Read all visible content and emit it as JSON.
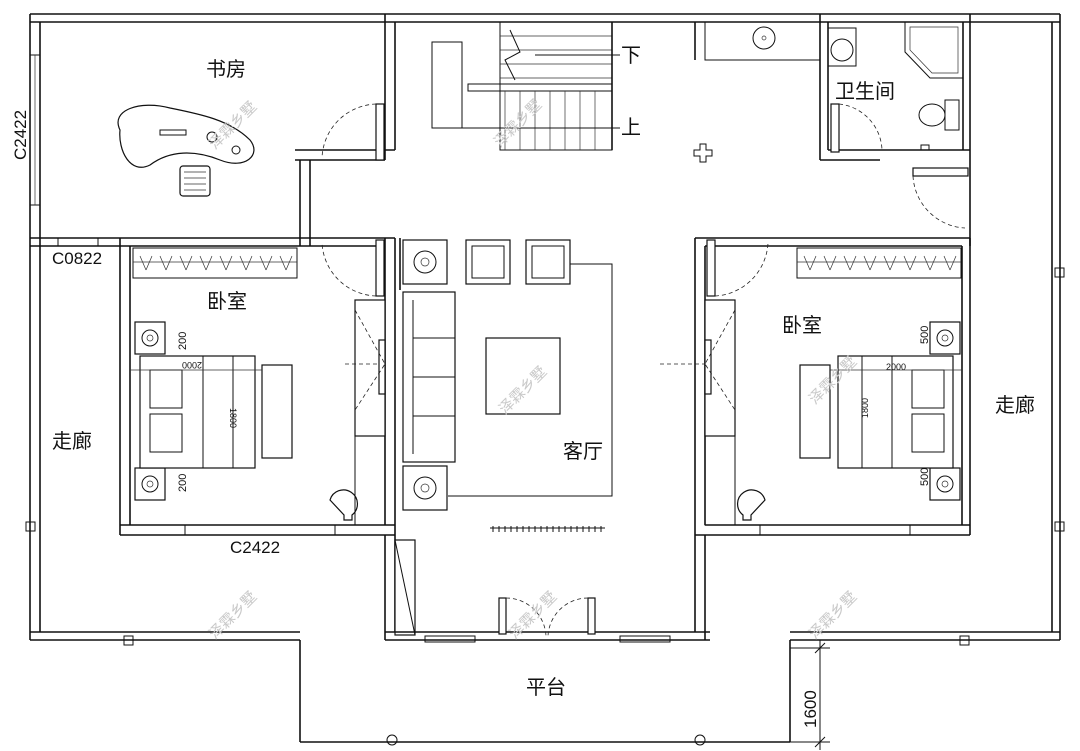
{
  "rooms": {
    "study": "书房",
    "bathroom": "卫生间",
    "bedroom_left": "卧室",
    "bedroom_right": "卧室",
    "corridor_left": "走廊",
    "corridor_right": "走廊",
    "living_room": "客厅",
    "terrace": "平台"
  },
  "stairs": {
    "down": "下",
    "up": "上"
  },
  "dimensions": {
    "window_study_side": "C2422",
    "window_small": "C0822",
    "window_bedroom_bottom": "C2422",
    "terrace_depth": "1600",
    "bed_left_width": "2000",
    "bed_left_length": "1800",
    "bed_left_top_gap": "200",
    "bed_left_bottom_gap": "200",
    "bed_right_width": "2000",
    "bed_right_length": "1800",
    "bed_right_top_gap": "500",
    "bed_right_bottom_gap": "500"
  },
  "watermark": "泽霖乡墅"
}
